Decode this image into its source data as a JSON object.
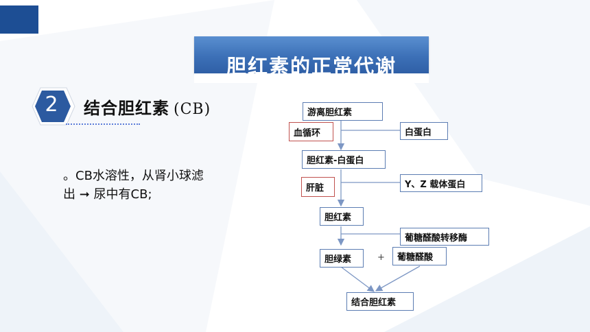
{
  "slide": {
    "title": "胆红素的正常代谢",
    "section_number": "2",
    "section_heading": "结合胆红素",
    "section_heading_abbr": "(CB)",
    "body_lines": [
      "。CB水溶性，从肾小球滤",
      "出 ➞ 尿中有CB;"
    ]
  },
  "flowchart": {
    "nodes": [
      "游离胆红素",
      "血循环",
      "白蛋白",
      "胆红素-白蛋白",
      "肝脏",
      "Y、Z 载体蛋白",
      "胆红素",
      "葡糖醛酸转移酶",
      "胆绿素",
      "葡糖醛酸",
      "结合胆红素"
    ],
    "plus_sign": "+"
  },
  "colors": {
    "banner_blue": "#3c70b7",
    "corner_blue": "#1d4e94",
    "badge_blue": "#2c5aa0",
    "box_border": "#5b7cb2",
    "highlight_red": "#c0504d"
  }
}
